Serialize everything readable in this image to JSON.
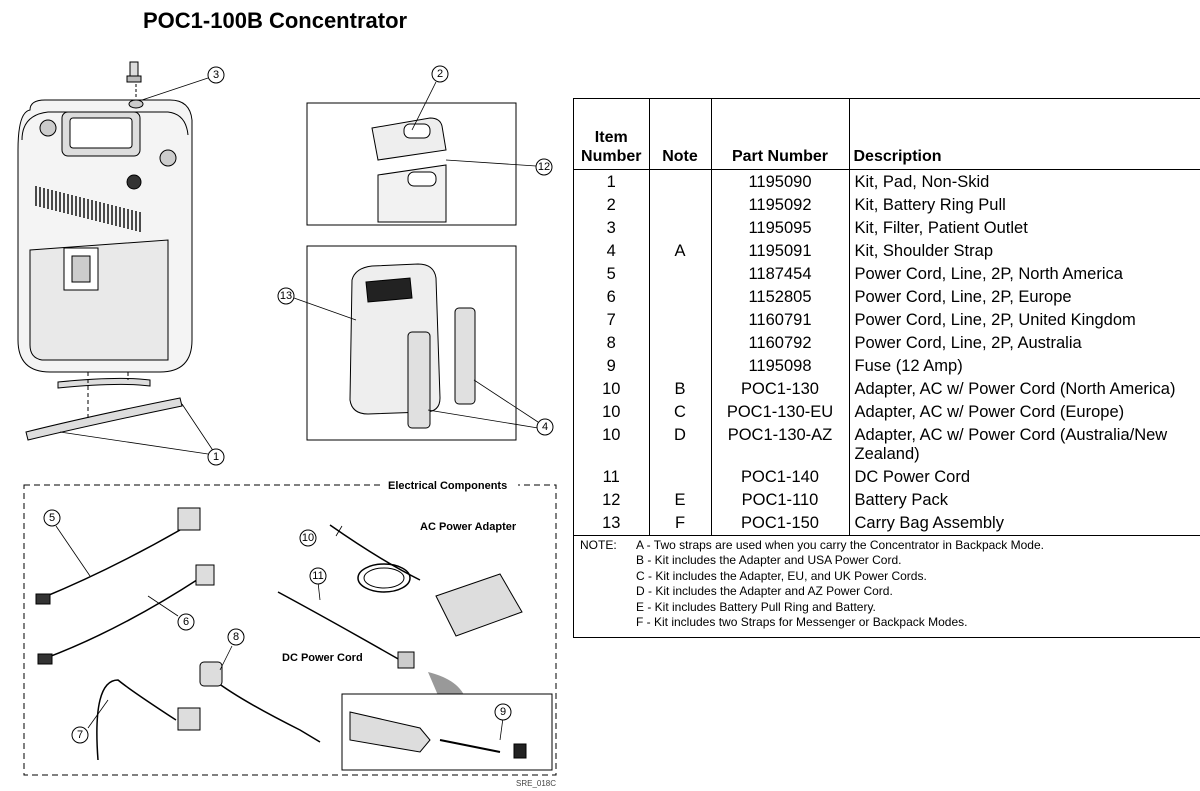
{
  "title": "POC1-100B Concentrator",
  "figure": {
    "callouts": [
      "1",
      "2",
      "3",
      "4",
      "5",
      "6",
      "7",
      "8",
      "9",
      "10",
      "11",
      "12",
      "13"
    ],
    "electrical_label": "Electrical Components",
    "ac_adapter_label": "AC Power Adapter",
    "dc_cord_label": "DC Power Cord",
    "figure_code": "SRE_018C"
  },
  "table": {
    "headers": {
      "item_line1": "Item",
      "item_line2": "Number",
      "note": "Note",
      "part": "Part Number",
      "desc": "Description"
    },
    "rows": [
      {
        "item": "1",
        "note": "",
        "part": "1195090",
        "desc": "Kit, Pad, Non-Skid"
      },
      {
        "item": "2",
        "note": "",
        "part": "1195092",
        "desc": "Kit, Battery Ring Pull"
      },
      {
        "item": "3",
        "note": "",
        "part": "1195095",
        "desc": "Kit, Filter, Patient Outlet"
      },
      {
        "item": "4",
        "note": "A",
        "part": "1195091",
        "desc": "Kit, Shoulder Strap"
      },
      {
        "item": "5",
        "note": "",
        "part": "1187454",
        "desc": "Power Cord, Line, 2P, North America"
      },
      {
        "item": "6",
        "note": "",
        "part": "1152805",
        "desc": "Power Cord, Line, 2P, Europe"
      },
      {
        "item": "7",
        "note": "",
        "part": "1160791",
        "desc": "Power Cord, Line, 2P, United Kingdom"
      },
      {
        "item": "8",
        "note": "",
        "part": "1160792",
        "desc": "Power Cord, Line, 2P, Australia"
      },
      {
        "item": "9",
        "note": "",
        "part": "1195098",
        "desc": "Fuse (12 Amp)"
      },
      {
        "item": "10",
        "note": "B",
        "part": "POC1-130",
        "desc": "Adapter, AC w/ Power Cord (North America)"
      },
      {
        "item": "10",
        "note": "C",
        "part": "POC1-130-EU",
        "desc": "Adapter, AC w/ Power Cord (Europe)"
      },
      {
        "item": "10",
        "note": "D",
        "part": "POC1-130-AZ",
        "desc": "Adapter, AC w/ Power Cord (Australia/New Zealand)"
      },
      {
        "item": "11",
        "note": "",
        "part": "POC1-140",
        "desc": "DC Power Cord"
      },
      {
        "item": "12",
        "note": "E",
        "part": "POC1-110",
        "desc": "Battery Pack"
      },
      {
        "item": "13",
        "note": "F",
        "part": "POC1-150",
        "desc": "Carry Bag Assembly"
      }
    ],
    "note_label": "NOTE:",
    "notes": [
      "A - Two straps are used when you carry the Concentrator in Backpack Mode.",
      "B - Kit includes the Adapter and USA Power Cord.",
      "C - Kit includes the Adapter, EU, and UK Power Cords.",
      "D - Kit includes the Adapter and AZ Power Cord.",
      "E - Kit includes Battery Pull Ring and Battery.",
      "F - Kit includes two Straps for Messenger or Backpack Modes."
    ]
  }
}
